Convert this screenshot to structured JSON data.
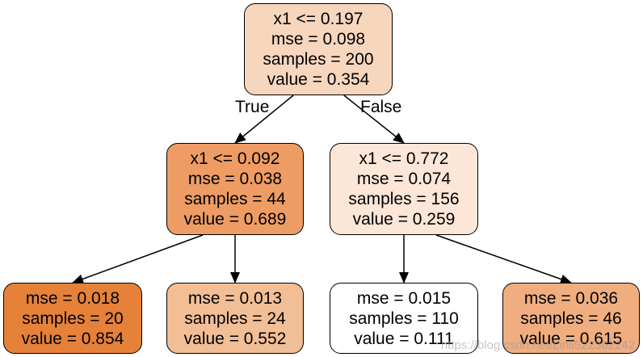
{
  "diagram": {
    "nodes": [
      {
        "id": "n0",
        "lines": [
          "x1 <= 0.197",
          "mse = 0.098",
          "samples = 200",
          "value = 0.354"
        ],
        "fill": "#f7d6be"
      },
      {
        "id": "n1",
        "lines": [
          "x1 <= 0.092",
          "mse = 0.038",
          "samples = 44",
          "value = 0.689"
        ],
        "fill": "#ee9c64"
      },
      {
        "id": "n2",
        "lines": [
          "x1 <= 0.772",
          "mse = 0.074",
          "samples = 156",
          "value = 0.259"
        ],
        "fill": "#fbe6d8"
      },
      {
        "id": "n3",
        "lines": [
          "mse = 0.018",
          "samples = 20",
          "value = 0.854"
        ],
        "fill": "#e58139"
      },
      {
        "id": "n4",
        "lines": [
          "mse = 0.013",
          "samples = 24",
          "value = 0.552"
        ],
        "fill": "#f2be96"
      },
      {
        "id": "n5",
        "lines": [
          "mse = 0.015",
          "samples = 110",
          "value = 0.111"
        ],
        "fill": "#ffffff"
      },
      {
        "id": "n6",
        "lines": [
          "mse = 0.036",
          "samples = 46",
          "value = 0.615"
        ],
        "fill": "#f0ae80"
      }
    ],
    "edges": [
      {
        "from": "n0",
        "to": "n1",
        "label": "True"
      },
      {
        "from": "n0",
        "to": "n2",
        "label": "False"
      },
      {
        "from": "n1",
        "to": "n3",
        "label": ""
      },
      {
        "from": "n1",
        "to": "n4",
        "label": ""
      },
      {
        "from": "n2",
        "to": "n5",
        "label": ""
      },
      {
        "from": "n2",
        "to": "n6",
        "label": ""
      }
    ]
  },
  "watermark": "https://blog.csdn.net/Linli522362242"
}
